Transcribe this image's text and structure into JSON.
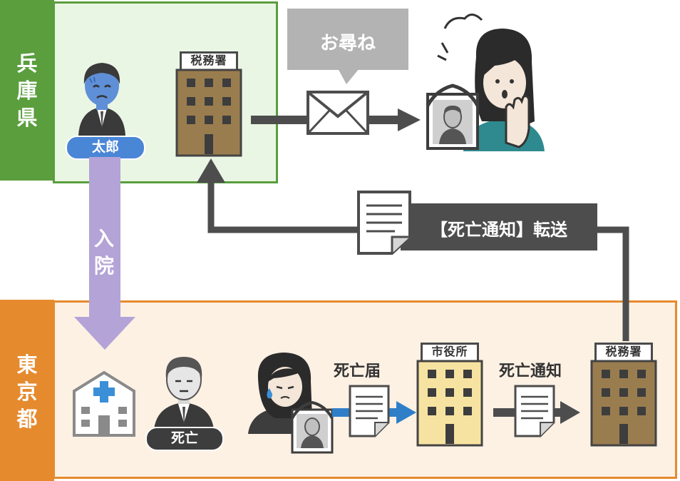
{
  "regions": {
    "hyogo": {
      "label": "兵\n庫\n県",
      "color": "#5a9e3e",
      "fill": "#eaf6e4"
    },
    "tokyo": {
      "label": "東\n京\n都",
      "color": "#e68a2e",
      "fill": "#fdf1e4"
    }
  },
  "people": {
    "taro_label": "太郎",
    "deceased_label": "死亡"
  },
  "transfer": {
    "hospital_label": "入\n院",
    "hospital_color": "#b3a3d6"
  },
  "offices": {
    "tax_office_hyogo": "税務署",
    "city_hall": "市役所",
    "tax_office_tokyo": "税務署"
  },
  "steps": {
    "inquiry": "お尋ね",
    "death_report": "死亡届",
    "death_notice": "死亡通知",
    "forward_notice": "【死亡通知】転送"
  },
  "colors": {
    "arrow_dark": "#4d4d4d",
    "arrow_blue": "#2f7fc8",
    "building_brown": "#9a7d4f",
    "building_yellow": "#f7e3a1",
    "pill_blue": "#4a86d6",
    "pill_dark": "#3d3d3d"
  }
}
